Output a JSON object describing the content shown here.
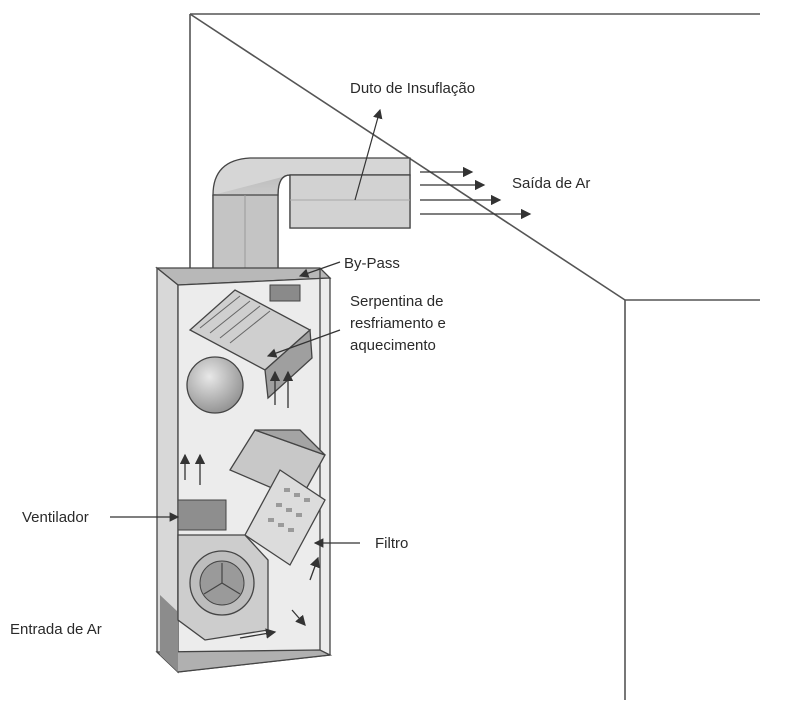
{
  "labels": {
    "duct": "Duto de Insuflação",
    "air_out": "Saída de Ar",
    "bypass": "By-Pass",
    "coil": [
      "Serpentina de",
      "resfriamento e",
      "aquecimento"
    ],
    "fan": "Ventilador",
    "filter": "Filtro",
    "air_in": "Entrada de Ar"
  },
  "colors": {
    "line": "#333333",
    "panel_light": "#e4e4e4",
    "panel_mid": "#c9c9c9",
    "panel_dark": "#9d9d9d",
    "text": "#2a2a2a"
  }
}
